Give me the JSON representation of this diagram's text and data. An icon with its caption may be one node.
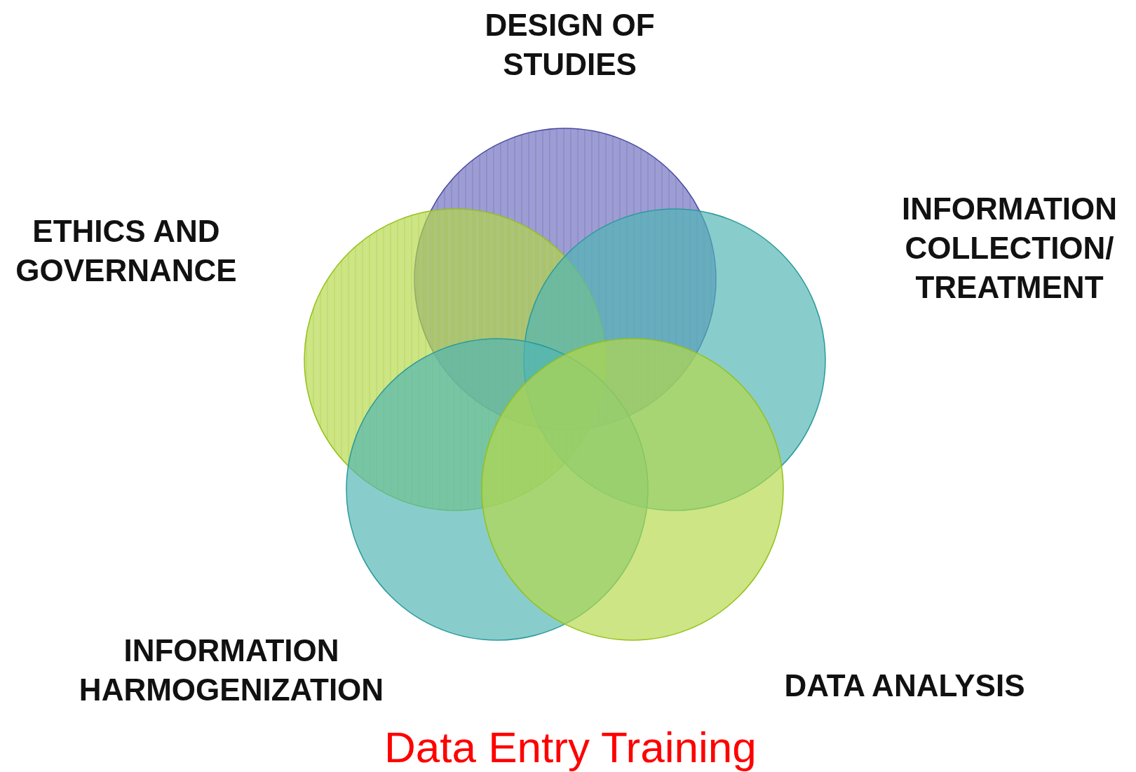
{
  "diagram": {
    "caption": "Data Entry Training",
    "nodes": [
      {
        "text": [],
        "shape": "circle",
        "beside": [
          "DESIGN OF STUDIES"
        ]
      },
      {
        "text": [],
        "shape": "circle",
        "beside": [
          "ETHICS AND GOVERNANCE"
        ]
      },
      {
        "text": [],
        "shape": "circle",
        "beside": [
          "INFORMATION COLLECTION/ TREATMENT"
        ]
      },
      {
        "text": [],
        "shape": "circle",
        "beside": [
          "INFORMATION HARMOGENIZATION"
        ]
      },
      {
        "text": [],
        "shape": "circle",
        "beside": [
          "DATA ANALYSIS"
        ]
      }
    ]
  }
}
